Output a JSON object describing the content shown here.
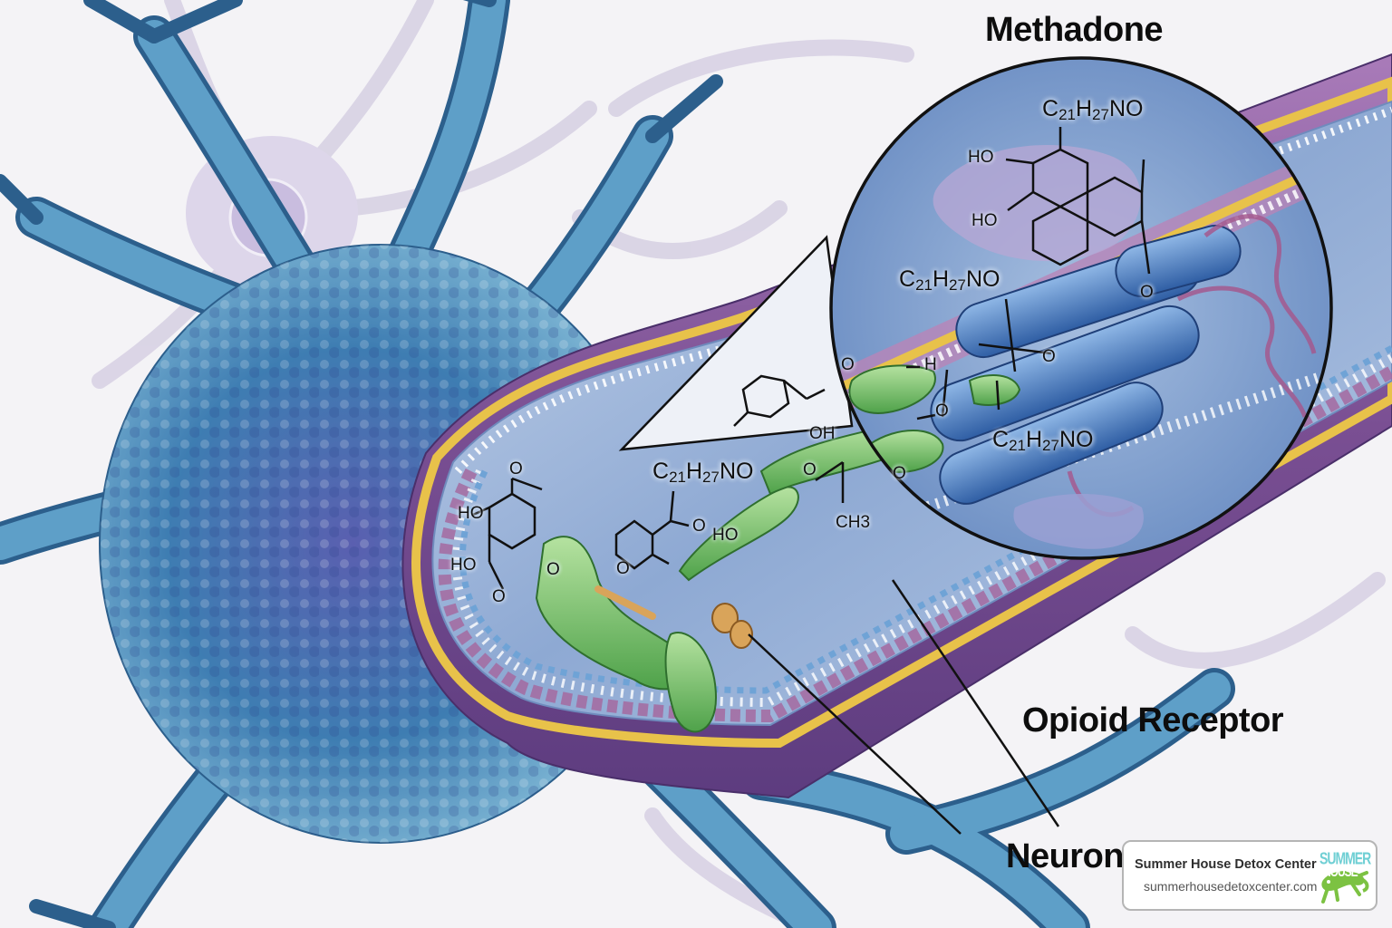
{
  "illustration": {
    "subject": "Methadone binding to opioid receptor on neuron",
    "labels": {
      "methadone": "Methadone",
      "opioid_receptor": "Opioid Receptor",
      "neuron": "Neuron"
    },
    "formulas": {
      "formula_top": {
        "c": "C",
        "c_sub": "21",
        "h": "H",
        "h_sub": "27",
        "rest": "NO"
      },
      "formula_mid_left": {
        "c": "C",
        "c_sub": "21",
        "h": "H",
        "h_sub": "27",
        "rest": "NO"
      },
      "formula_mid_right": {
        "c": "C",
        "c_sub": "21",
        "h": "H",
        "h_sub": "27",
        "rest": "NO"
      },
      "formula_axon": {
        "c": "C",
        "c_sub": "21",
        "h": "H",
        "h_sub": "27",
        "rest": "NO"
      }
    },
    "chem_groups": {
      "ho_1": "HO",
      "ho_2": "HO",
      "ho_3": "HO",
      "ho_4": "HO",
      "ho_5": "HO",
      "oh_1": "OH",
      "ch3": "CH3",
      "h_atom": "H",
      "o": "O"
    },
    "colors": {
      "neuron_blue": "#3f7fb0",
      "neuron_dark": "#1f4f86",
      "axon_purple": "#7a4f93",
      "membrane_yellow": "#e8c24a",
      "cytoplasm_blue": "#9fb9db",
      "molecule_green": "#7cc56a",
      "receptor_blue": "#3f72b8",
      "background": "#f4f3f6"
    }
  },
  "branding": {
    "name": "Summer House Detox Center",
    "url": "summerhousedetoxcenter.com",
    "logo_line1": "SUMMER",
    "logo_line2": "HOUSE",
    "logo_colors": {
      "text": "#6fcfd4",
      "gecko": "#7cc242"
    }
  }
}
